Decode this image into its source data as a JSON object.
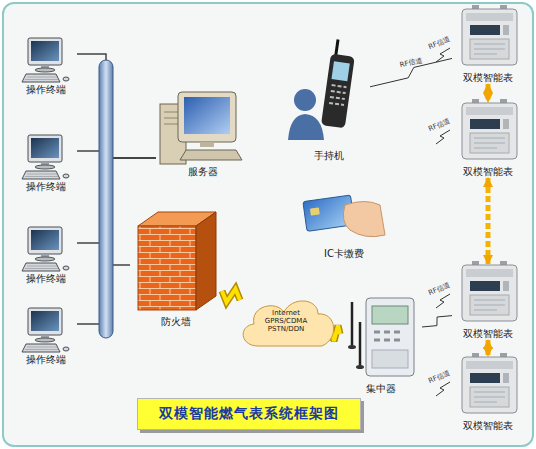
{
  "diagram": {
    "title": "双模智能燃气表系统框架图",
    "nodes": [
      {
        "text": [
          "操作终端"
        ]
      },
      {
        "text": [
          "操作终端"
        ]
      },
      {
        "text": [
          "操作终端"
        ]
      },
      {
        "text": [
          "操作终端"
        ]
      },
      {
        "text": [
          "服务器"
        ]
      },
      {
        "text": [
          "手持机"
        ]
      },
      {
        "text": [
          "IC卡缴费"
        ]
      },
      {
        "text": [
          "防火墙"
        ]
      },
      {
        "text": [
          "Internet",
          "GPRS/CDMA",
          "PSTN/DDN"
        ]
      },
      {
        "text": [
          "集中器"
        ]
      },
      {
        "text": [
          "双模智能表"
        ]
      },
      {
        "text": [
          "双模智能表"
        ]
      },
      {
        "text": [
          "双模智能表"
        ]
      },
      {
        "text": [
          "双模智能表"
        ]
      }
    ],
    "edges": [
      {
        "from": 0,
        "to": 4,
        "arrow": "none"
      },
      {
        "from": 1,
        "to": 4,
        "arrow": "none"
      },
      {
        "from": 2,
        "to": 4,
        "arrow": "none"
      },
      {
        "from": 3,
        "to": 4,
        "arrow": "none"
      },
      {
        "from": 7,
        "to": 4,
        "arrow": "none"
      },
      {
        "from": 7,
        "to": 8,
        "arrow": "none"
      },
      {
        "from": 8,
        "to": 9,
        "arrow": "none"
      },
      {
        "from": 5,
        "to": 10,
        "label": "RF信道",
        "arrow": "none"
      },
      {
        "from": 9,
        "to": 12,
        "arrow": "none"
      },
      {
        "from": 10,
        "to": 11,
        "arrow": "both"
      },
      {
        "from": 11,
        "to": 12,
        "arrow": "both"
      },
      {
        "from": 12,
        "to": 13,
        "arrow": "both"
      }
    ],
    "labels": [
      "RF信道",
      "RF信道",
      "RF信道",
      "RF信道"
    ]
  }
}
